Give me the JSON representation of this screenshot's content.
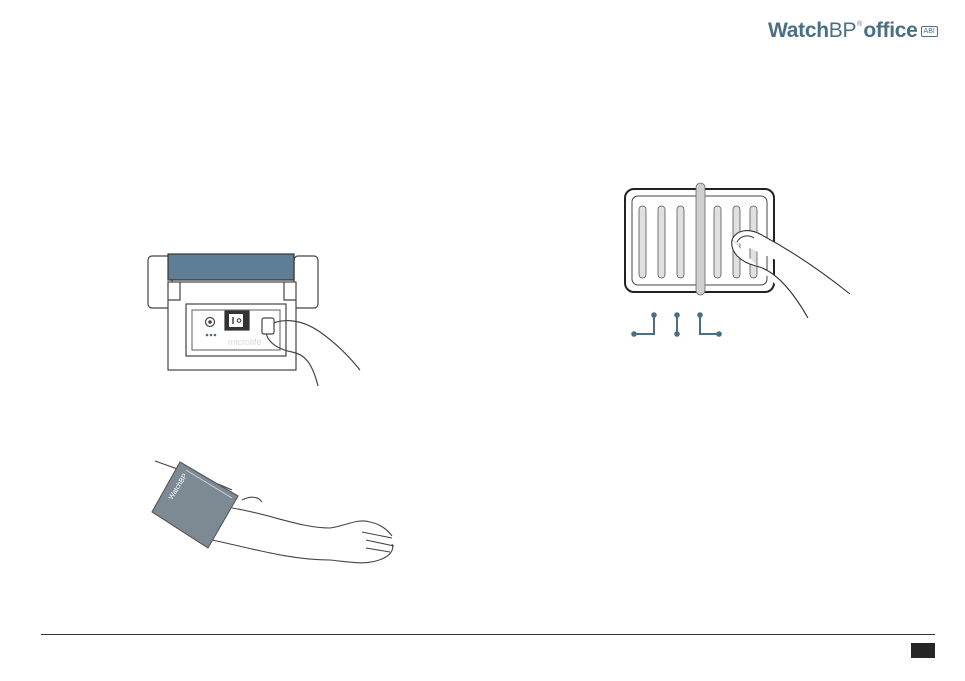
{
  "logo": {
    "part1": "Watch",
    "part2": "BP",
    "registered": "®",
    "part3": "office",
    "badge": "ABI"
  },
  "device": {
    "brand_label": "microlife"
  },
  "cuff": {
    "label": "WatchBP"
  },
  "colors": {
    "brand": "#4a6f85",
    "device_lid": "#5e7d97",
    "footer_tab": "#262626"
  }
}
